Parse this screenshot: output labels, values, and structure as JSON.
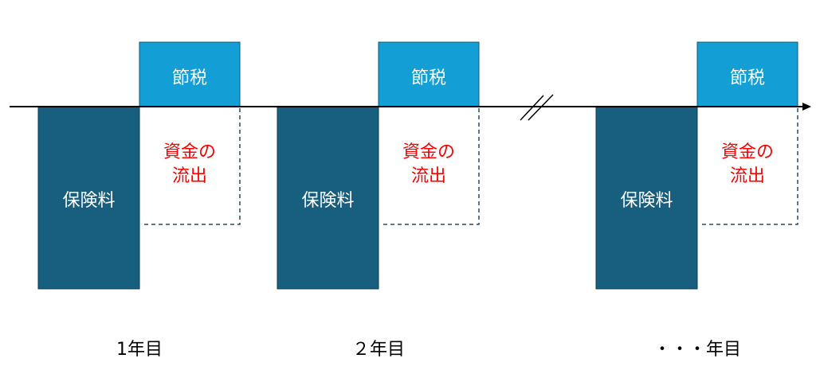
{
  "colors": {
    "premium": "#175E7F",
    "tax_saving": "#139ED5",
    "outflow_text": "#FF0000",
    "axis": "#000000",
    "dash": "#2E4A5A"
  },
  "groups": [
    {
      "premium_label": "保険料",
      "tax_label": "節税",
      "outflow_line1": "資金の",
      "outflow_line2": "流出",
      "year_label": "1年目"
    },
    {
      "premium_label": "保険料",
      "tax_label": "節税",
      "outflow_line1": "資金の",
      "outflow_line2": "流出",
      "year_label": "２年目"
    },
    {
      "premium_label": "保険料",
      "tax_label": "節税",
      "outflow_line1": "資金の",
      "outflow_line2": "流出",
      "year_label": "・・・年目"
    }
  ]
}
